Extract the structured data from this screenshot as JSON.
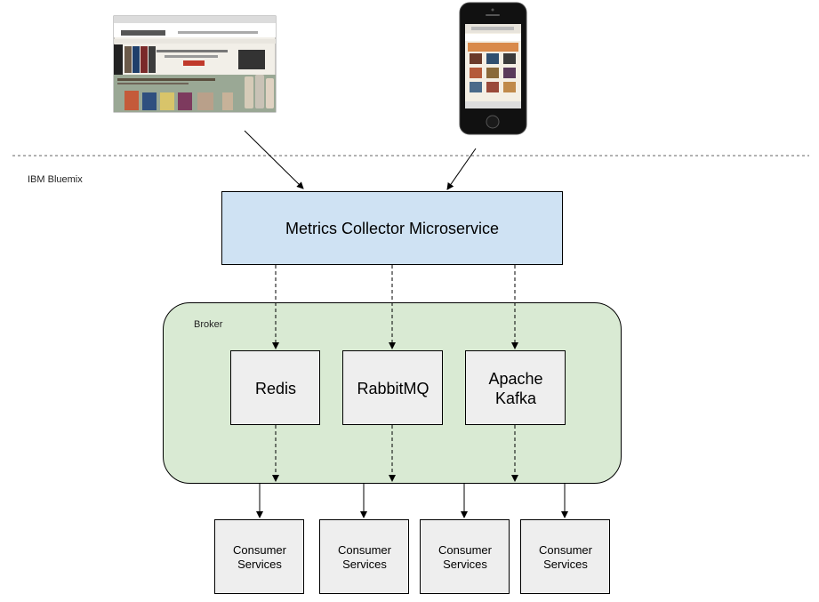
{
  "region_label": "IBM Bluemix",
  "collector": {
    "label": "Metrics Collector Microservice"
  },
  "broker": {
    "label": "Broker",
    "items": [
      {
        "label": "Redis"
      },
      {
        "label": "RabbitMQ"
      },
      {
        "label": "Apache\nKafka"
      }
    ]
  },
  "consumers": [
    {
      "label": "Consumer\nServices"
    },
    {
      "label": "Consumer\nServices"
    },
    {
      "label": "Consumer\nServices"
    },
    {
      "label": "Consumer\nServices"
    }
  ],
  "colors": {
    "collector_fill": "#cfe2f3",
    "broker_fill": "#d9ead3",
    "box_fill": "#eeeeee",
    "stroke": "#000000"
  }
}
